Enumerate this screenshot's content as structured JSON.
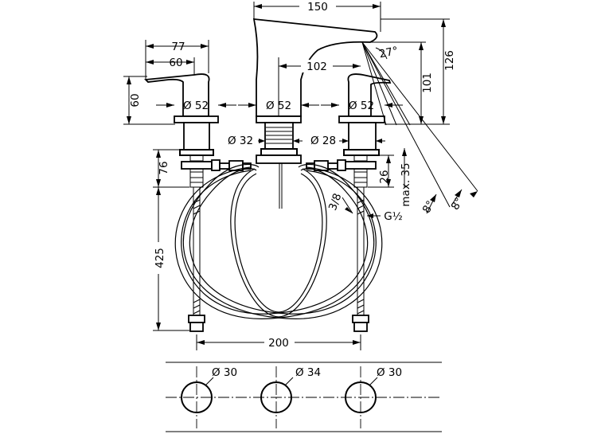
{
  "dimensions": {
    "lever_width": "77",
    "lever_depth": "60",
    "lever_height": "60",
    "spout_width": "150",
    "spout_reach": "102",
    "height_total": "126",
    "height_outlet": "101",
    "angle_spout": "27°",
    "dia_base_left": "Ø 52",
    "dia_base_mid": "Ø 52",
    "dia_base_right": "Ø 52",
    "dia_32": "Ø 32",
    "dia_28": "Ø 28",
    "valve_depth": "76",
    "hose_length": "425",
    "conn_26": "26",
    "max_35": "max. 35",
    "thread_38": "3/8",
    "thread_g12": "G½",
    "angle_8a": "8°",
    "angle_8b": "8°",
    "spacing": "200",
    "hole_left": "Ø 30",
    "hole_mid": "Ø 34",
    "hole_right": "Ø 30"
  }
}
